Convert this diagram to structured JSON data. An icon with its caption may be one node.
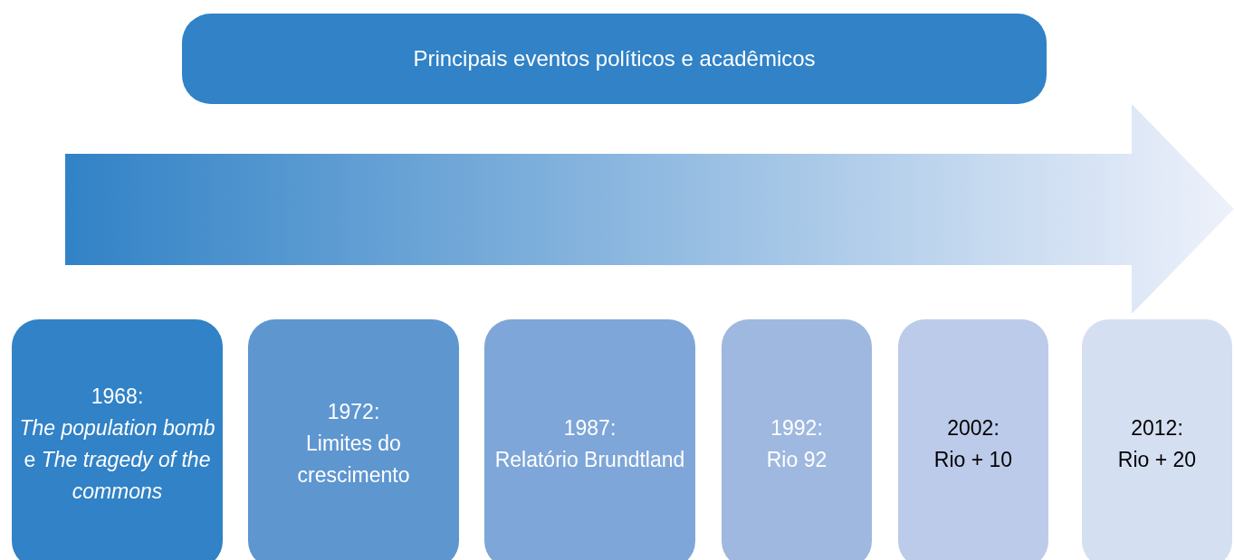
{
  "diagram": {
    "title": "Principais eventos políticos e acadêmicos",
    "nodes": [
      {
        "text": [
          "1968:",
          "*The population bomb* e *The tragedy of the commons*"
        ]
      },
      {
        "text": [
          "1972:",
          "Limites do crescimento"
        ]
      },
      {
        "text": [
          "1987:",
          "Relatório Brundtland"
        ]
      },
      {
        "text": [
          "1992:",
          "Rio 92"
        ]
      },
      {
        "text": [
          "2002:",
          "Rio + 10"
        ]
      },
      {
        "text": [
          "2012:",
          "Rio + 20"
        ]
      }
    ],
    "edges": []
  }
}
